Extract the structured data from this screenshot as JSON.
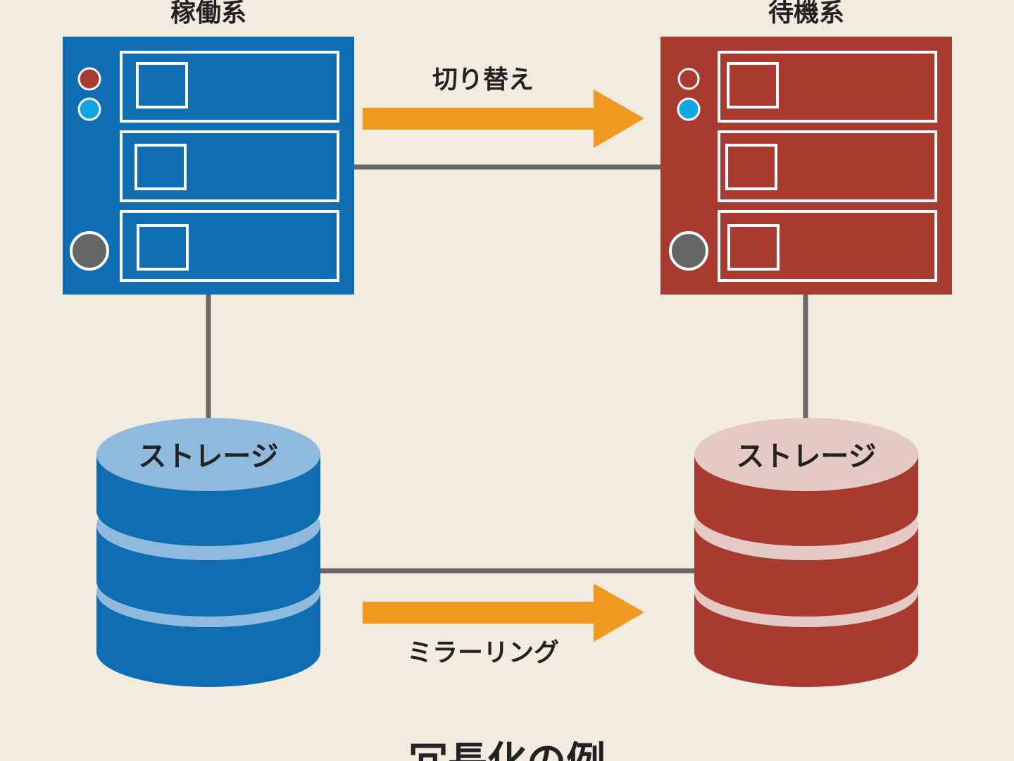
{
  "servers": {
    "active_label": "稼働系",
    "standby_label": "待機系"
  },
  "storage": {
    "active_label": "ストレージ",
    "standby_label": "ストレージ"
  },
  "arrows": {
    "switchover_label": "切り替え",
    "mirroring_label": "ミラーリング"
  },
  "caption": "冗長化の例",
  "colors": {
    "background": "#f1ebe0",
    "active_blue": "#0f6db4",
    "active_blue_light": "#8fbadd",
    "standby_red": "#a93a30",
    "standby_red_light": "#e5c9c4",
    "arrow_orange": "#f0991f",
    "connector_gray": "#666666",
    "led_cyan": "#11a6e5",
    "led_red": "#a93a30",
    "button_gray": "#666666"
  },
  "icons": {
    "active_server": "server-rack-icon",
    "standby_server": "server-rack-icon",
    "active_storage": "database-cylinder-icon",
    "standby_storage": "database-cylinder-icon",
    "switchover": "arrow-right-icon",
    "mirroring": "arrow-right-icon"
  }
}
